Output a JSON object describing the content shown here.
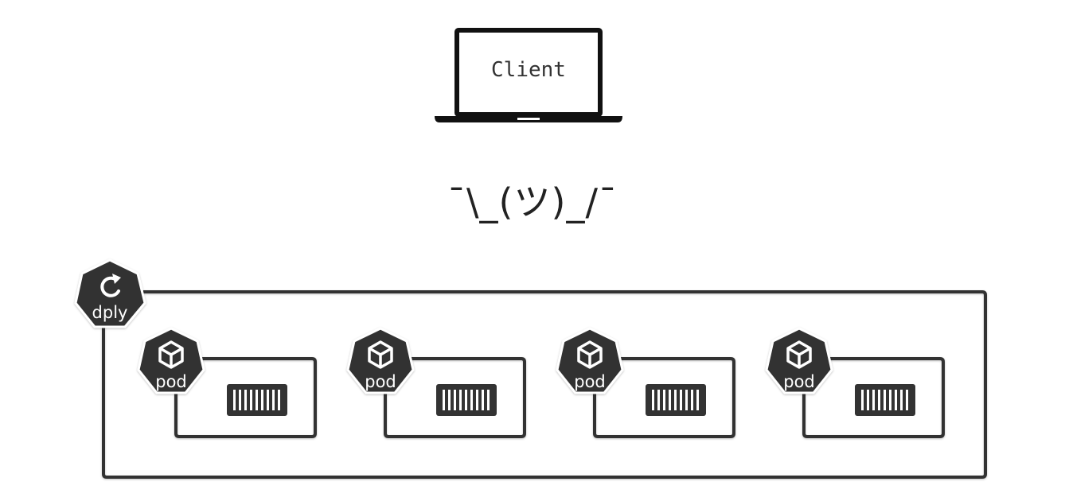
{
  "client": {
    "label": "Client",
    "icon": "laptop-icon"
  },
  "shrug": {
    "text": "¯\\_(ツ)_/¯"
  },
  "deployment": {
    "label": "dply",
    "icon": "refresh-icon"
  },
  "pods": [
    {
      "label": "pod",
      "icon": "cube-icon",
      "container_icon": "container-icon"
    },
    {
      "label": "pod",
      "icon": "cube-icon",
      "container_icon": "container-icon"
    },
    {
      "label": "pod",
      "icon": "cube-icon",
      "container_icon": "container-icon"
    },
    {
      "label": "pod",
      "icon": "cube-icon",
      "container_icon": "container-icon"
    }
  ],
  "colors": {
    "stroke": "#333333",
    "hex_fill": "#333333",
    "hex_text": "#ffffff",
    "background": "#ffffff"
  }
}
